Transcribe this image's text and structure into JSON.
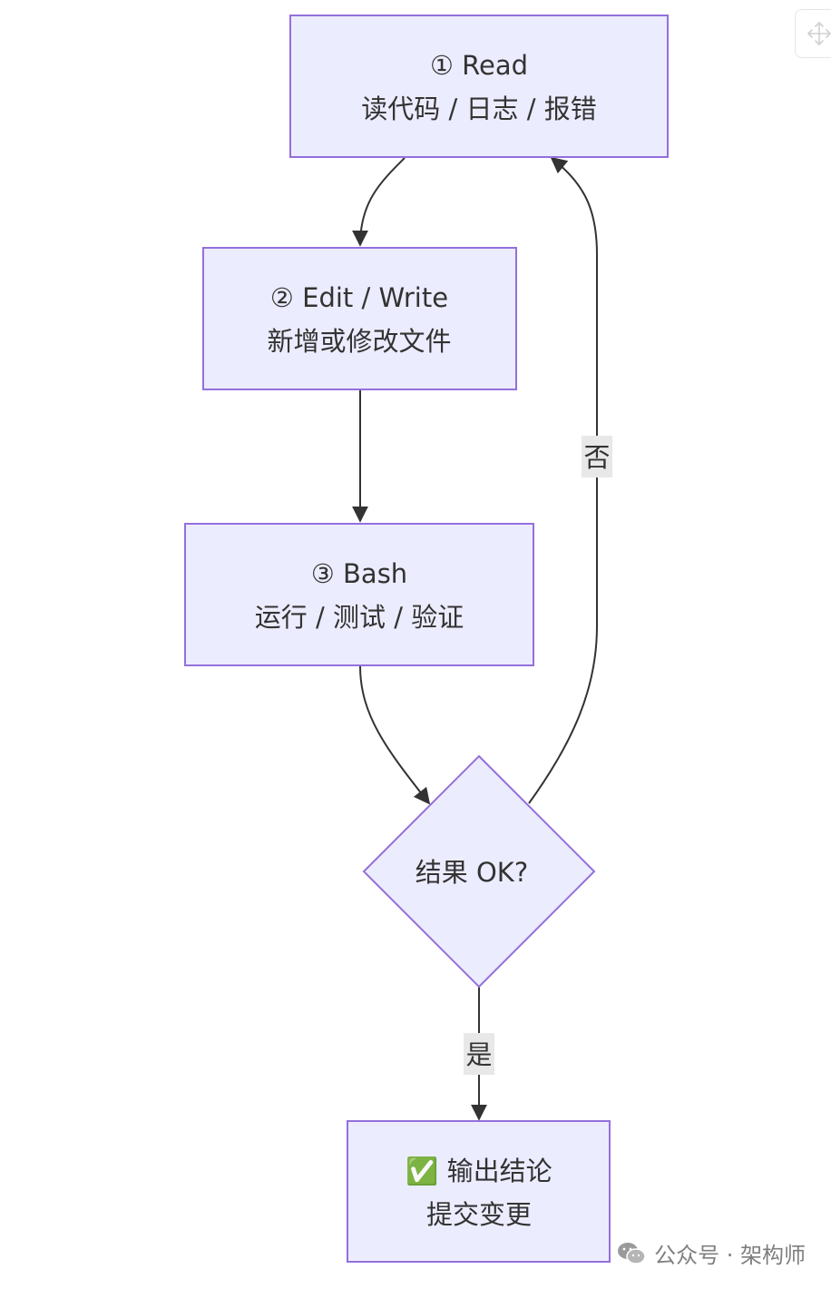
{
  "diagram": {
    "nodes": {
      "read": {
        "line1": "① Read",
        "line2": "读代码 / 日志 / 报错"
      },
      "edit": {
        "line1": "② Edit / Write",
        "line2": "新增或修改文件"
      },
      "bash": {
        "line1": "③ Bash",
        "line2": "运行 / 测试 / 验证"
      },
      "decision": {
        "label": "结果 OK?"
      },
      "output": {
        "line1": "✅ 输出结论",
        "line2": "提交变更"
      }
    },
    "edges": {
      "no_label": "否",
      "yes_label": "是"
    },
    "colors": {
      "node_fill": "#ececff",
      "node_stroke": "#9370db",
      "edge": "#333333",
      "label_bg": "#e8e8e8"
    }
  },
  "watermark": {
    "text": "公众号 · 架构师",
    "icon": "wechat-icon"
  },
  "toolbar": {
    "fullscreen_icon": "move-arrows-icon"
  }
}
